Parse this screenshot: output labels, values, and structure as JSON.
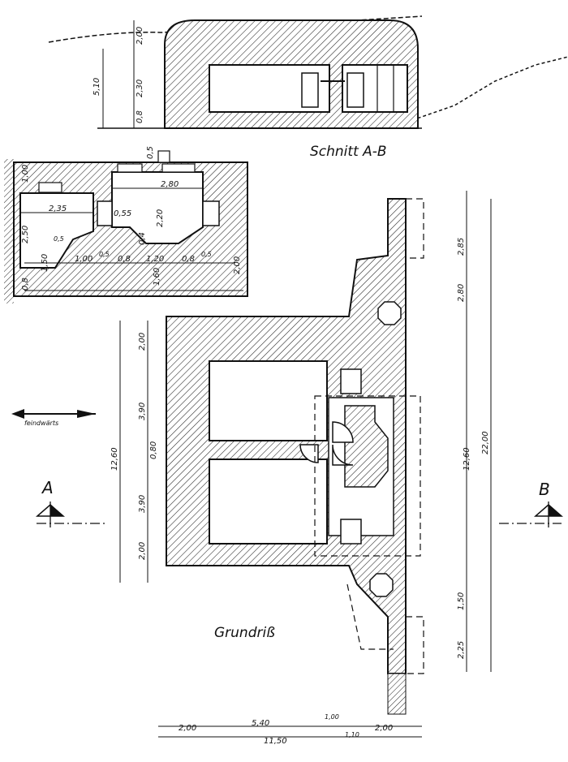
{
  "section_view": {
    "title": "Schnitt A-B",
    "dims": [
      "2,00",
      "2,30",
      "0,8",
      "5,10"
    ]
  },
  "detail_plan": {
    "dims_horizontal": [
      "2,35",
      "2,80",
      "0,55",
      "1,00",
      "0,5",
      "0,8",
      "1,20",
      "0,8",
      "0,5",
      "0,5"
    ],
    "dims_vertical": [
      "1,00",
      "2,50",
      "1,50",
      "0,8",
      "0,5",
      "2,20",
      "0,4",
      "1,60",
      "2,00"
    ]
  },
  "plan_view": {
    "title": "Grundriß",
    "dims_left": [
      "2,00",
      "3,90",
      "0,80",
      "3,90",
      "2,00",
      "12,60"
    ],
    "dims_right": [
      "2,85",
      "2,80",
      "12,60",
      "22,00",
      "1,50",
      "2,25"
    ],
    "dims_bottom": [
      "2,00",
      "5,40",
      "1,00",
      "1,10",
      "2,00",
      "11,50"
    ],
    "direction_label": "feindwärts",
    "section_marker_a": "A",
    "section_marker_b": "B"
  }
}
